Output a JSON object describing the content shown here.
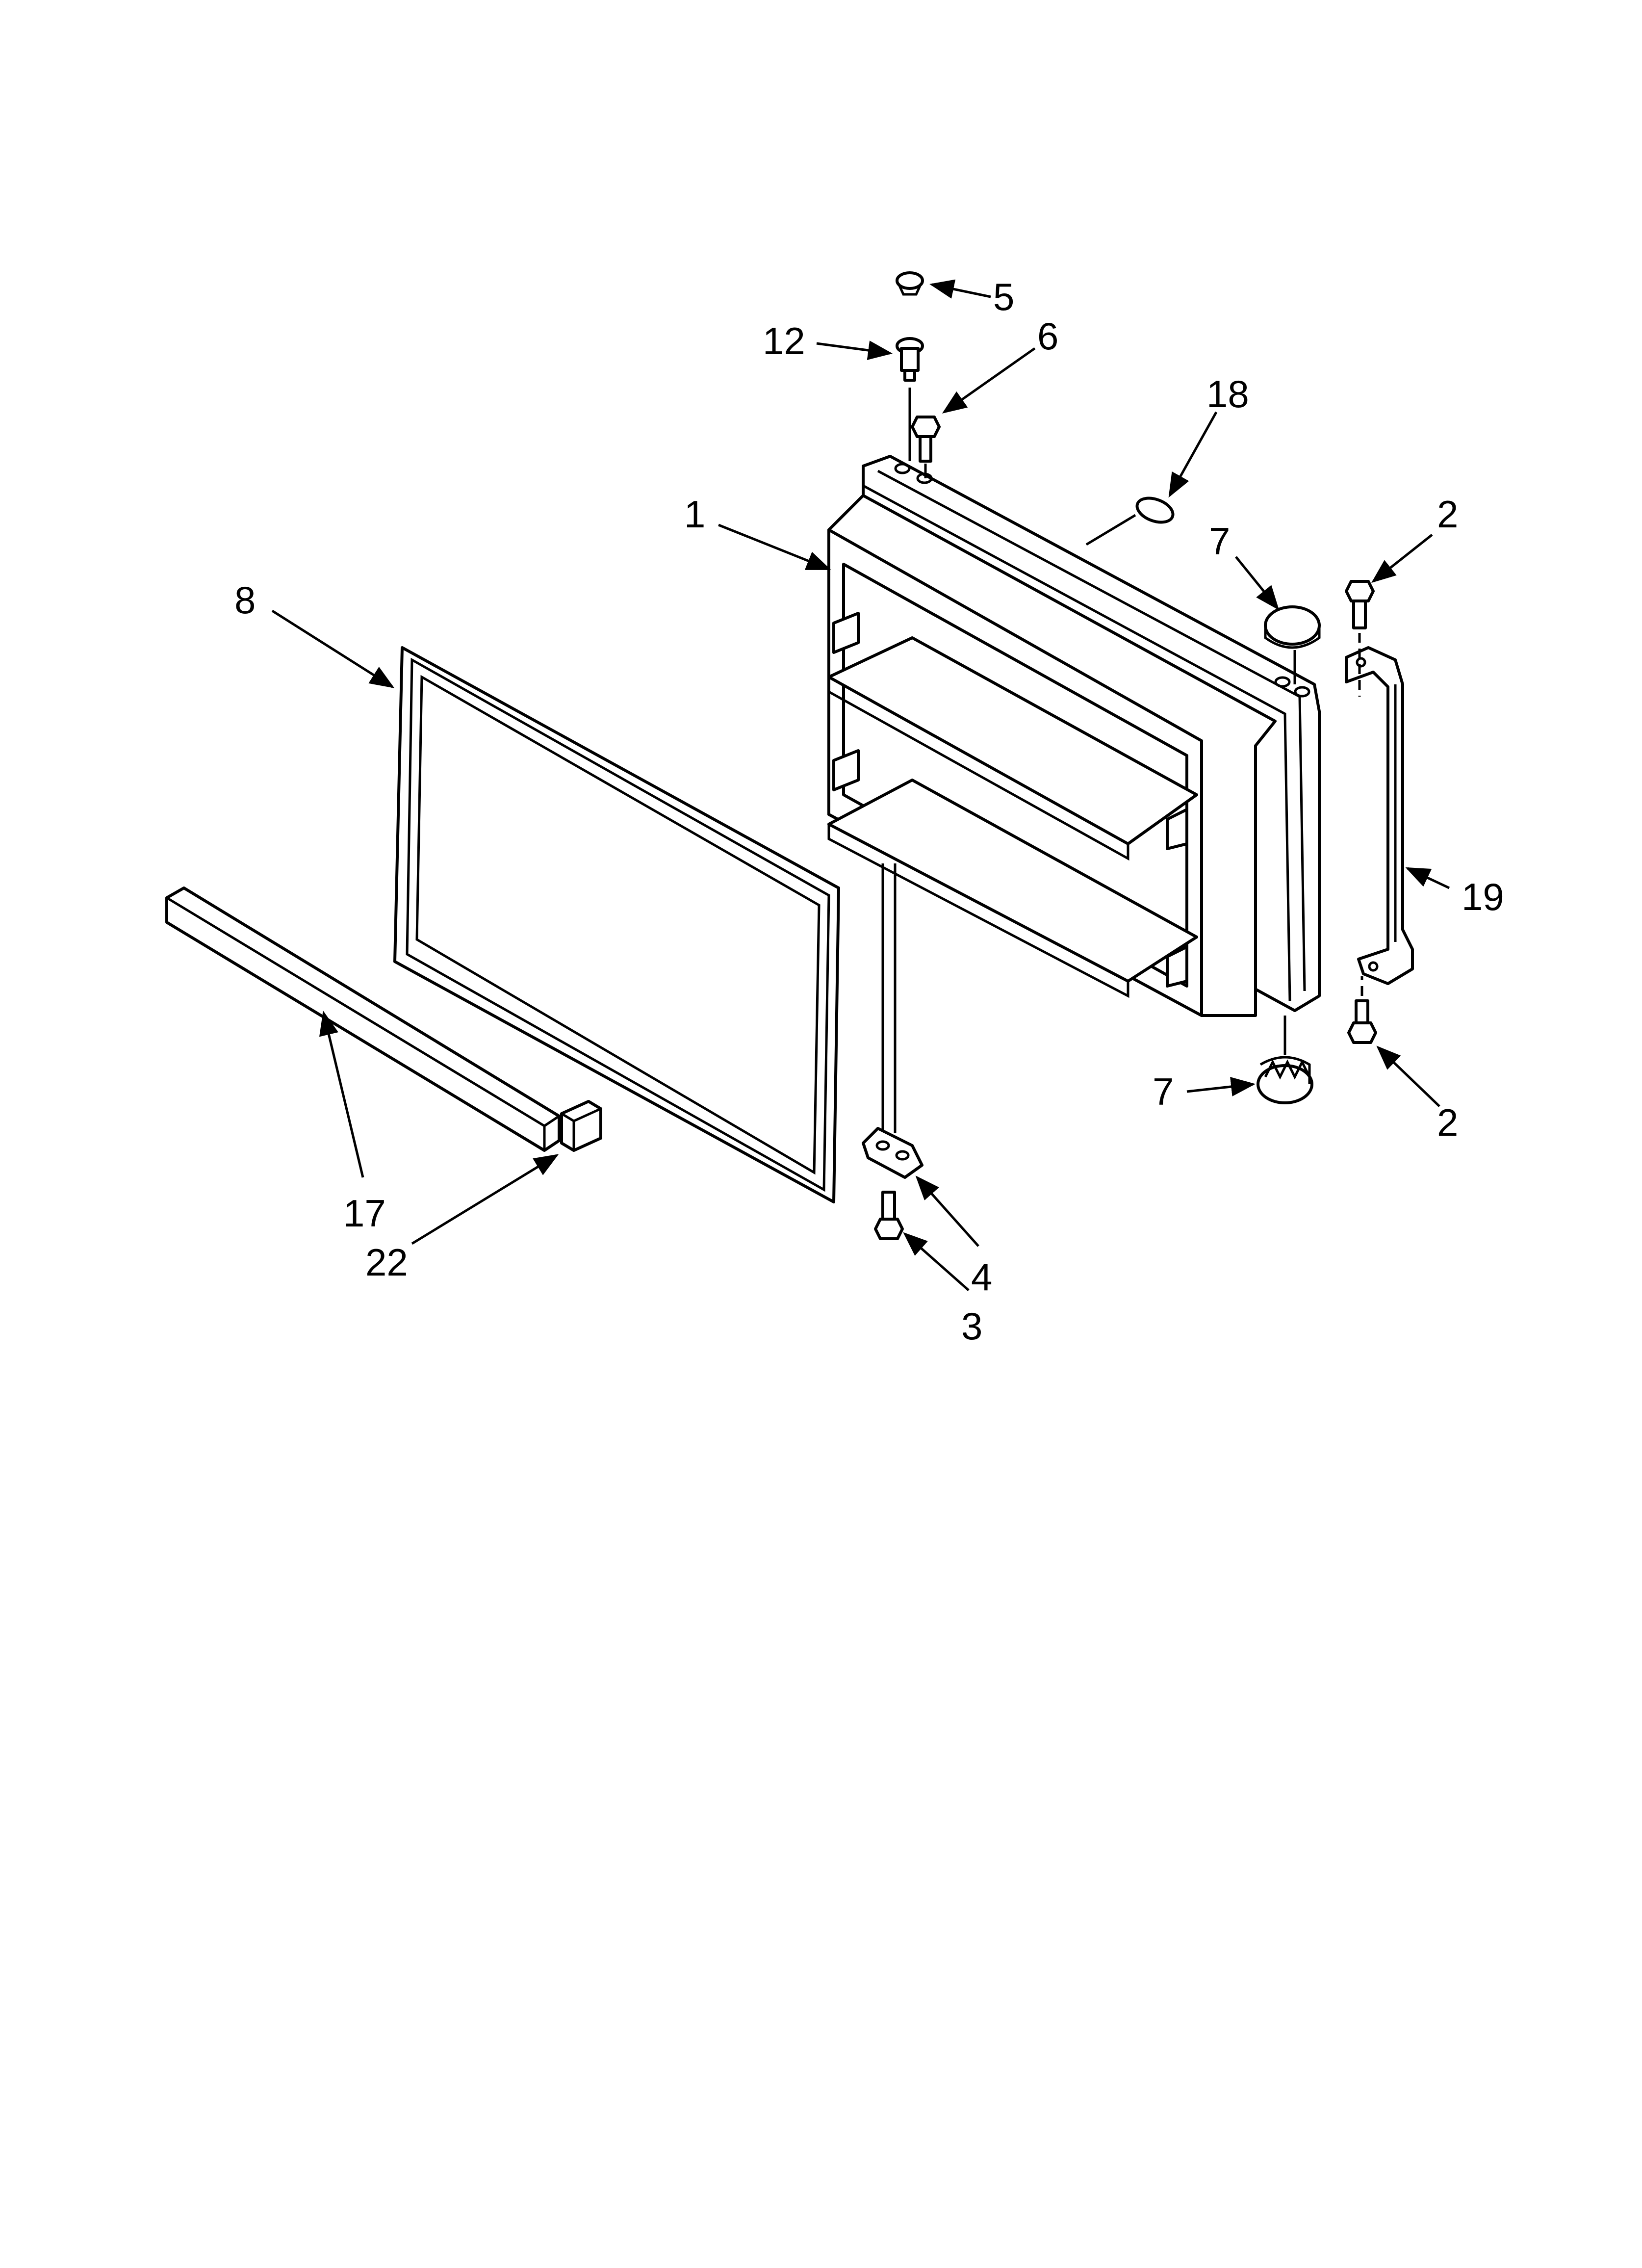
{
  "callouts": [
    {
      "id": "c5",
      "text": "5"
    },
    {
      "id": "c12",
      "text": "12"
    },
    {
      "id": "c6",
      "text": "6"
    },
    {
      "id": "c18",
      "text": "18"
    },
    {
      "id": "c1",
      "text": "1"
    },
    {
      "id": "c2a",
      "text": "2"
    },
    {
      "id": "c7a",
      "text": "7"
    },
    {
      "id": "c8",
      "text": "8"
    },
    {
      "id": "c19",
      "text": "19"
    },
    {
      "id": "c7b",
      "text": "7"
    },
    {
      "id": "c2b",
      "text": "2"
    },
    {
      "id": "c17",
      "text": "17"
    },
    {
      "id": "c22",
      "text": "22"
    },
    {
      "id": "c4",
      "text": "4"
    },
    {
      "id": "c3",
      "text": "3"
    }
  ]
}
